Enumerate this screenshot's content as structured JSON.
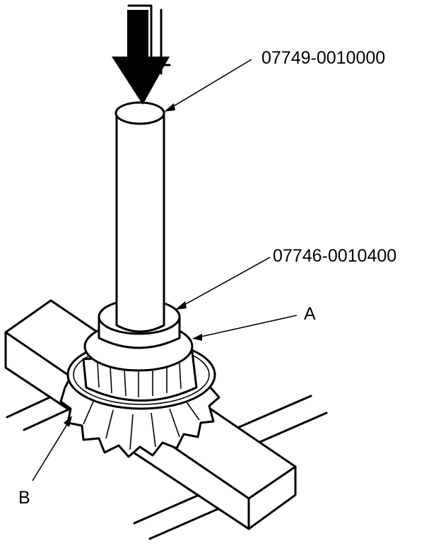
{
  "callouts": {
    "driver_tool": "07749-0010000",
    "attachment_tool": "07746-0010400",
    "part_a": "A",
    "part_b": "B"
  },
  "colors": {
    "line": "#000000",
    "background": "#ffffff"
  }
}
